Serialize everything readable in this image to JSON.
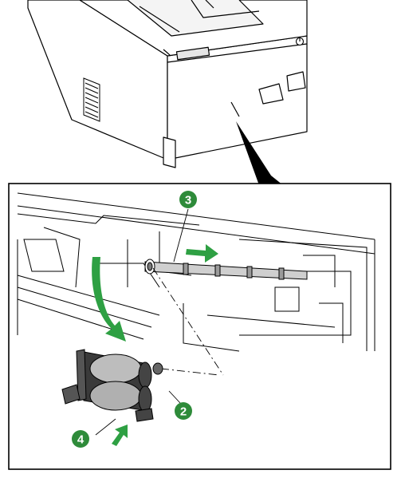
{
  "figure": {
    "callouts": [
      {
        "label": "3"
      },
      {
        "label": "2"
      },
      {
        "label": "4"
      }
    ],
    "colors": {
      "callout_fill": "#2e8b3a",
      "arrow_fill": "#2ea043",
      "line": "#000000",
      "part_dark": "#3a3a3a",
      "part_mid": "#8c8c8c",
      "part_light": "#c8c8c8"
    },
    "icons": [
      "power-icon"
    ]
  }
}
